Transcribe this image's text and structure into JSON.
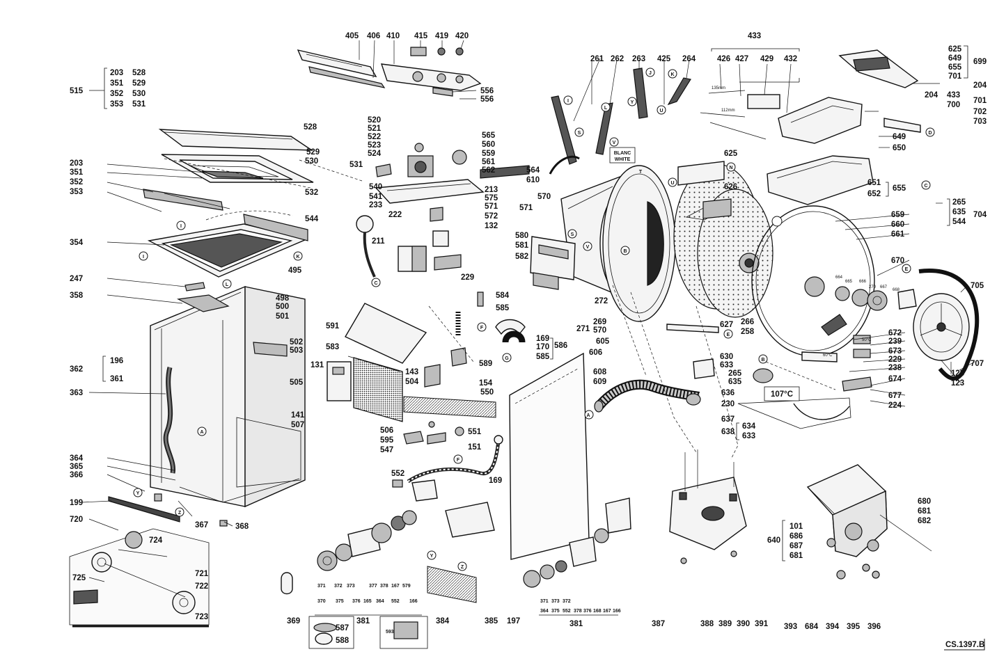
{
  "drawing_ref": "CS.1397.B",
  "corner_mark": "",
  "stickers": {
    "blanc": "BLANC",
    "white": "WHITE",
    "temp": "107°C"
  },
  "callouts": {
    "A": "A",
    "B": "B",
    "C": "C",
    "D": "D",
    "E": "E",
    "F": "F",
    "G": "G",
    "I": "I",
    "J": "J",
    "K": "K",
    "L": "L",
    "N": "N",
    "S": "S",
    "T": "T",
    "U": "U",
    "V": "V",
    "Y": "Y",
    "Z": "Z"
  },
  "part_labels": [
    "405",
    "406",
    "410",
    "415",
    "419",
    "420",
    "433",
    "426",
    "427",
    "429",
    "432",
    "625",
    "649",
    "655",
    "701",
    "699",
    "204",
    "204",
    "433",
    "701",
    "700",
    "702",
    "703",
    "515",
    "203",
    "528",
    "351",
    "529",
    "352",
    "530",
    "353",
    "531",
    "556",
    "556",
    "261",
    "262",
    "263",
    "425",
    "264",
    "528",
    "529",
    "530",
    "531",
    "203",
    "351",
    "352",
    "353",
    "532",
    "520",
    "521",
    "522",
    "523",
    "524",
    "565",
    "560",
    "559",
    "561",
    "562",
    "564",
    "610",
    "540",
    "541",
    "233",
    "213",
    "575",
    "571",
    "572",
    "132",
    "222",
    "544",
    "354",
    "495",
    "247",
    "498",
    "500",
    "501",
    "358",
    "502",
    "503",
    "505",
    "211",
    "229",
    "626",
    "625",
    "649",
    "650",
    "651",
    "652",
    "655",
    "570",
    "571",
    "580",
    "581",
    "582",
    "659",
    "660",
    "661",
    "670",
    "265",
    "635",
    "544",
    "704",
    "584",
    "585",
    "169",
    "170",
    "586",
    "585",
    "589",
    "154",
    "591",
    "583",
    "131",
    "143",
    "504",
    "550",
    "272",
    "271",
    "269",
    "570",
    "605",
    "266",
    "258",
    "627",
    "630",
    "633",
    "265",
    "635",
    "636",
    "230",
    "637",
    "634",
    "633",
    "638",
    "705",
    "672",
    "239",
    "673",
    "229",
    "238",
    "674",
    "677",
    "224",
    "707",
    "125",
    "123",
    "606",
    "608",
    "609",
    "362",
    "196",
    "361",
    "363",
    "141",
    "507",
    "364",
    "365",
    "366",
    "199",
    "367",
    "368",
    "720",
    "724",
    "725",
    "721",
    "722",
    "723",
    "506",
    "595",
    "547",
    "551",
    "151",
    "552",
    "169",
    "369",
    "371",
    "372",
    "373",
    "370",
    "375",
    "376",
    "165",
    "377",
    "378",
    "167",
    "579",
    "364",
    "552",
    "166",
    "381",
    "587",
    "588",
    "384",
    "593",
    "385",
    "197",
    "371",
    "373",
    "372",
    "364",
    "375",
    "552",
    "378",
    "376",
    "168",
    "167",
    "166",
    "381",
    "387",
    "388",
    "389",
    "390",
    "391",
    "680",
    "681",
    "682",
    "101",
    "686",
    "687",
    "681",
    "640",
    "393",
    "684",
    "394",
    "395",
    "396"
  ],
  "small_tags": {
    "t1": "50°C",
    "t2": "60°C",
    "dim1": "135mm",
    "dim2": "112mm",
    "d_664": "664",
    "d_665": "665",
    "d_666": "666",
    "d_270": "270",
    "d_667": "667",
    "d_668": "668"
  }
}
